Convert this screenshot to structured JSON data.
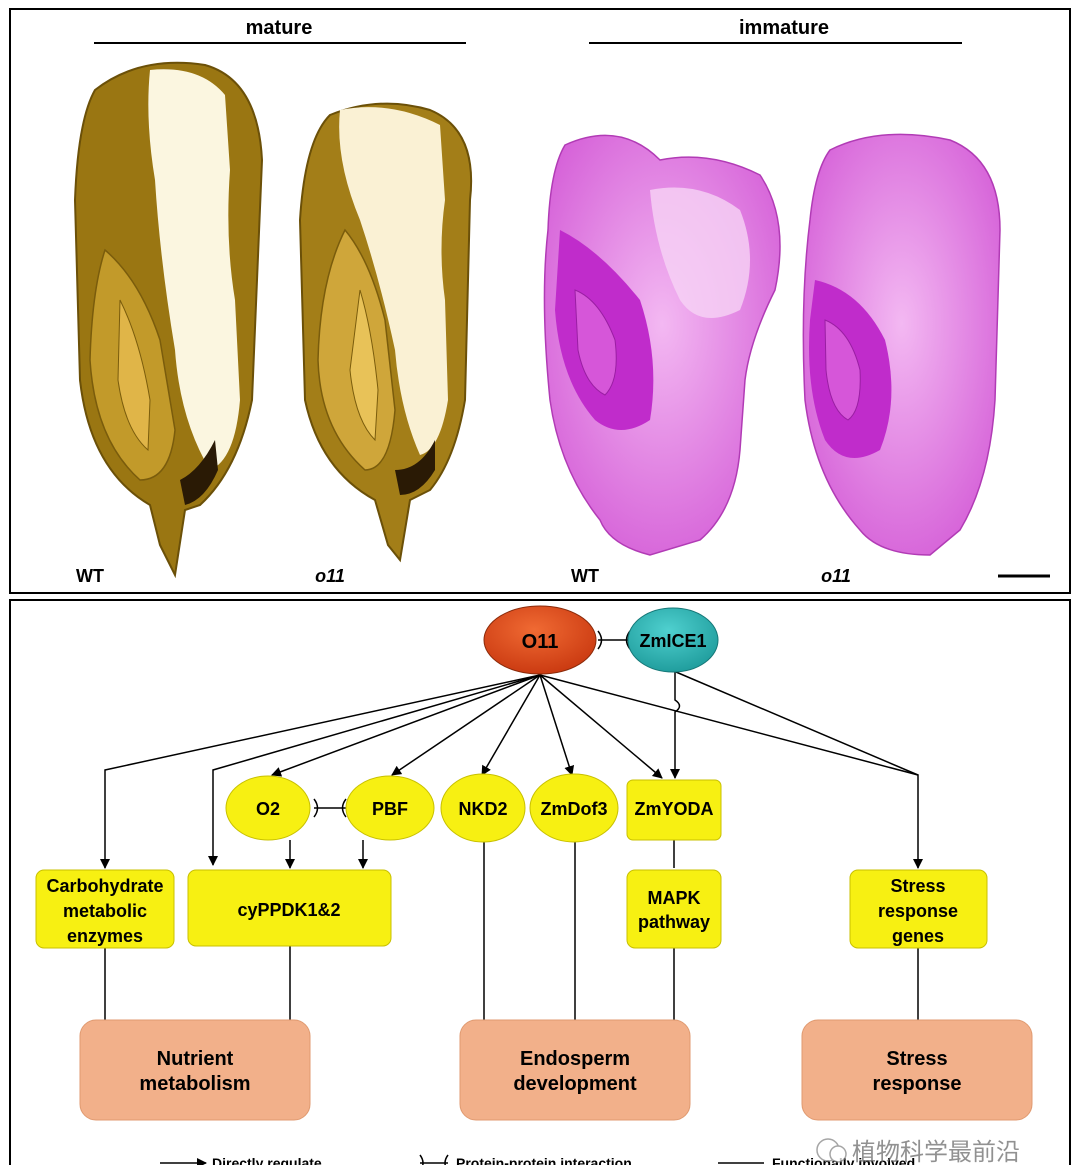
{
  "top_panel": {
    "groups": [
      {
        "label": "mature"
      },
      {
        "label": "immature"
      }
    ],
    "samples": [
      {
        "label": "WT",
        "italic": false,
        "kind": "mature"
      },
      {
        "label": "o11",
        "italic": true,
        "kind": "mature"
      },
      {
        "label": "WT",
        "italic": false,
        "kind": "immature"
      },
      {
        "label": "o11",
        "italic": true,
        "kind": "immature"
      }
    ]
  },
  "network": {
    "nodes": {
      "o11": {
        "label": "O11",
        "color": "#d9491a"
      },
      "zmice1": {
        "label": "ZmICE1",
        "color": "#2bb0b0"
      },
      "o2": {
        "label": "O2"
      },
      "pbf": {
        "label": "PBF"
      },
      "nkd2": {
        "label": "NKD2"
      },
      "zmdof3": {
        "label": "ZmDof3"
      },
      "zmyoda": {
        "label": "ZmYODA"
      },
      "carb": {
        "lines": [
          "Carbohydrate",
          "metabolic",
          "enzymes"
        ]
      },
      "cyppdk": {
        "label": "cyPPDK1&2"
      },
      "mapk": {
        "lines": [
          "MAPK",
          "pathway"
        ]
      },
      "stress_genes": {
        "lines": [
          "Stress",
          "response",
          "genes"
        ]
      },
      "nutrient": {
        "lines": [
          "Nutrient",
          "metabolism"
        ]
      },
      "endosperm": {
        "lines": [
          "Endosperm",
          "development"
        ]
      },
      "stress_resp": {
        "lines": [
          "Stress",
          "response"
        ]
      }
    },
    "colors": {
      "yellow": "#f7f012",
      "salmon": "#f2b08a"
    }
  },
  "legend": {
    "directly_regulate": "Directly regulate",
    "ppi": "Protein-protein interaction",
    "functionally_involved": "Functionally involved"
  },
  "watermark": {
    "text": "植物科学最前沿"
  }
}
